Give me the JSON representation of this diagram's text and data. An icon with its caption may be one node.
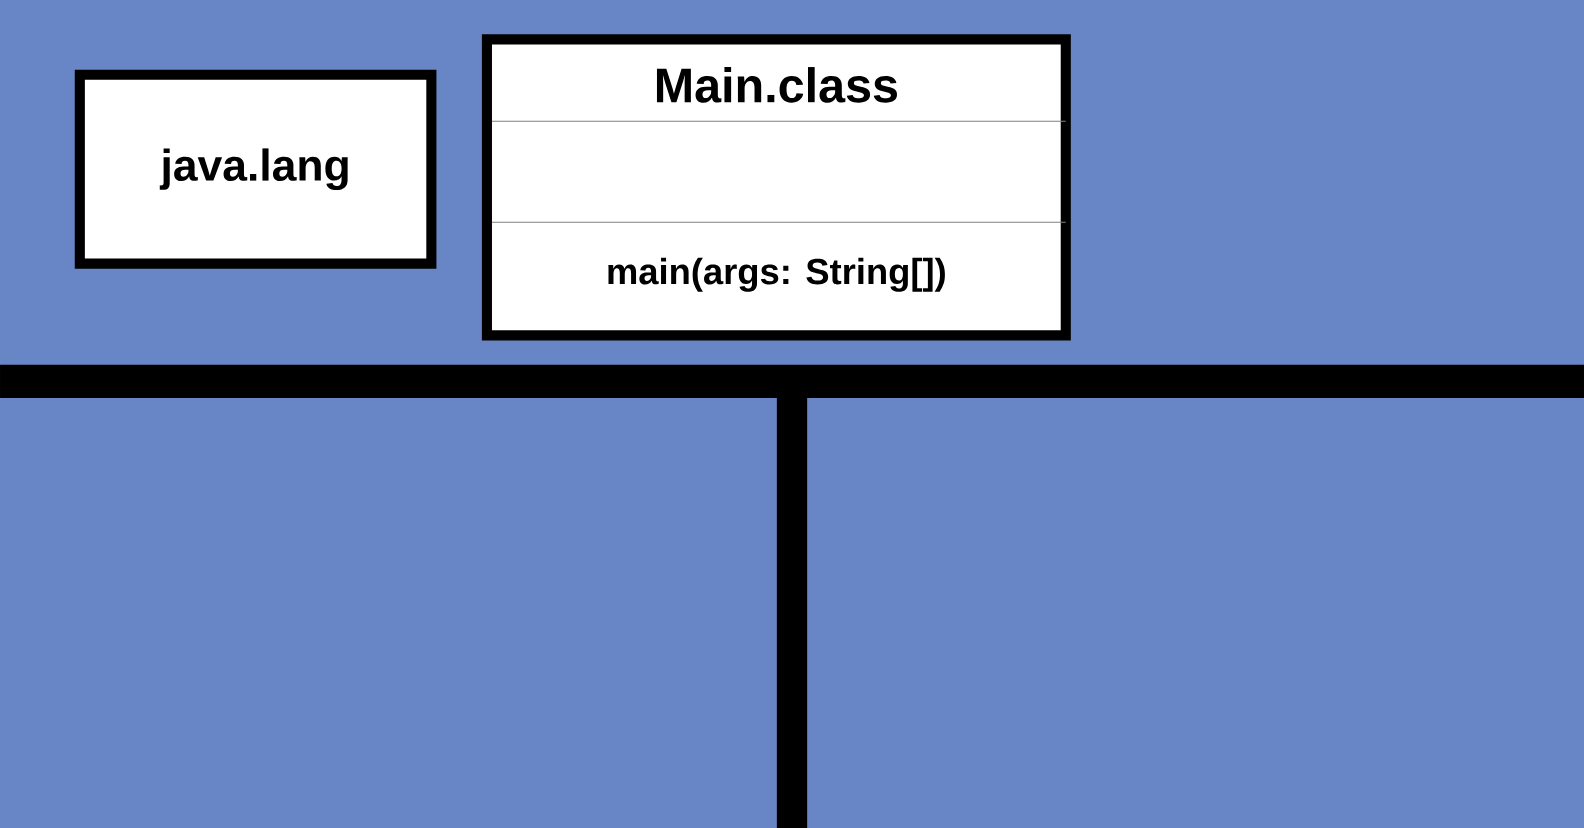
{
  "diagram": {
    "nodes": [
      {
        "text": [
          "java.lang"
        ]
      },
      {
        "text": [
          "Main.class",
          "main(args: String[])"
        ]
      }
    ]
  }
}
